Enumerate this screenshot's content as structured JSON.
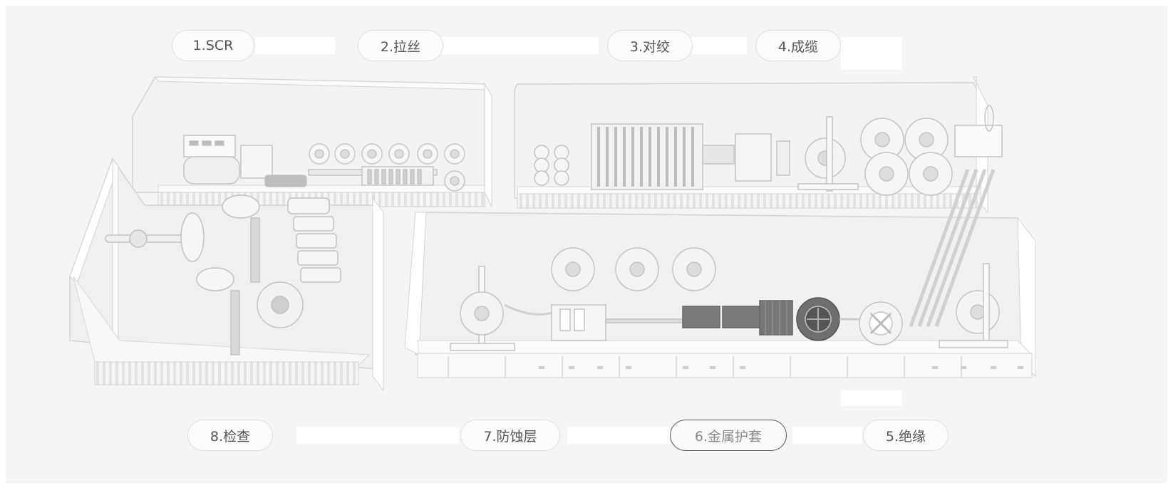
{
  "steps": [
    {
      "id": "scr",
      "label": "1.SCR"
    },
    {
      "id": "drawing",
      "label": "2.拉丝"
    },
    {
      "id": "twisting",
      "label": "3.对绞"
    },
    {
      "id": "cabling",
      "label": "4.成缆"
    },
    {
      "id": "insulation",
      "label": "5.绝缘"
    },
    {
      "id": "metal-sheath",
      "label": "6.金属护套",
      "active": true
    },
    {
      "id": "anticorrosion",
      "label": "7.防蚀层"
    },
    {
      "id": "inspection",
      "label": "8.检查"
    }
  ],
  "colors": {
    "stage_bg": "#f5f5f5",
    "machine_light": "#f0f0f0",
    "machine_stroke": "#c9c9c9",
    "machine_dark": "#777777",
    "label_border": "#dedede",
    "active_border": "#555555"
  }
}
